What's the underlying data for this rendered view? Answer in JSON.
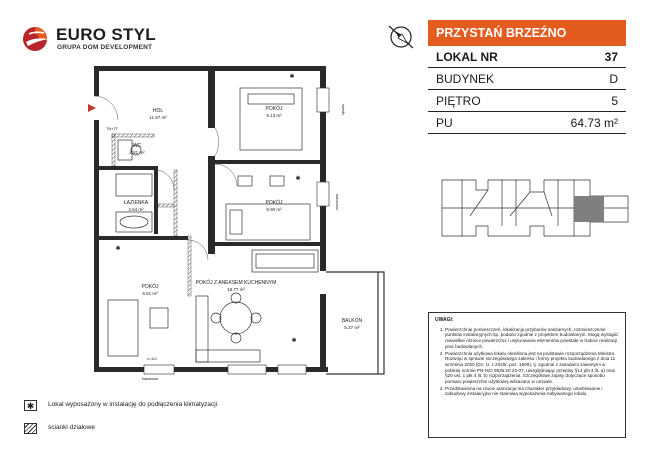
{
  "brand": {
    "name": "EURO STYL",
    "tagline": "GRUPA DOM DEVELOPMENT",
    "colors": {
      "accent": "#e35b1f",
      "dark": "#b8252c",
      "text": "#1f1f1f"
    }
  },
  "compass_icon": "north-arrow-icon",
  "info": {
    "investment": "PRZYSTAŃ BRZEŹNO",
    "rows": [
      {
        "label": "LOKAL NR",
        "value": "37"
      },
      {
        "label": "BUDYNEK",
        "value": "D"
      },
      {
        "label": "PIĘTRO",
        "value": "5"
      },
      {
        "label": "PU",
        "value": "64.73 m²"
      }
    ]
  },
  "plan": {
    "rooms": [
      {
        "name": "HOL",
        "area": "11.57 m²"
      },
      {
        "name": "POKÓJ",
        "area": "9.13 m²"
      },
      {
        "name": "WC",
        "area": "2.81 m²"
      },
      {
        "name": "POKÓJ",
        "area": "9.90 m²"
      },
      {
        "name": "ŁAZIENKA",
        "area": "4.54 m²"
      },
      {
        "name": "POKÓJ",
        "area": "8.61 m²"
      },
      {
        "name": "POKÓJ Z ANEKSEM KUCHENNYM",
        "area": "18.77 m²"
      },
      {
        "name": "BALKON",
        "area": "5.27 m²"
      }
    ],
    "small_labels": {
      "tm": "TM+TT",
      "swietlik": "świetlik",
      "balustrada": "balustrada",
      "height": "h=110"
    }
  },
  "notes": {
    "title": "UWAGI:",
    "items": [
      "Powierzchnię pomieszczeń, lokalizację przyborów sanitarnych, rozmieszczenie punktów instalacyjnych itp. podano zgodnie z projektem budowlanym. Mogą wystąpić niewielkie różnice powierzchni i usytuowania elementów powstałe w trakcie realizacji prac budowlanych.",
      "Powierzchnia użytkowa lokalu określona jest na podstawie rozporządzenia Ministra Rozwoju w sprawie szczegółowego zakresu i formy projektu budowlanego z dnia 11 września 2020 (Dz. U. z 2020r. poz. 1609), tj. zgodnie z zasadami zawartymi w polskiej normie PN-ISO 9836:20 22-07, uwzględniając przepisy §14 pkt 4 lit. a) oraz §20 ust. 1 pkt 4 lit. b) rozporządzenia. Szczegółowe zapisy dotyczące sposobu pomiaru powierzchni użytkowej wskazano w umowie.",
      "Przedstawiona na rzucie aranżacja ma charakter przykładowy, umeblowanie i zabudowy instalacyjne nie stanowią wyposażenia nabywanego lokalu."
    ]
  },
  "legend": [
    {
      "symbol": "✱",
      "text": "Lokal wyposażony w instalację do podłączenia klimatyzacji"
    },
    {
      "symbol": "",
      "text": "ścianki działowe"
    }
  ]
}
